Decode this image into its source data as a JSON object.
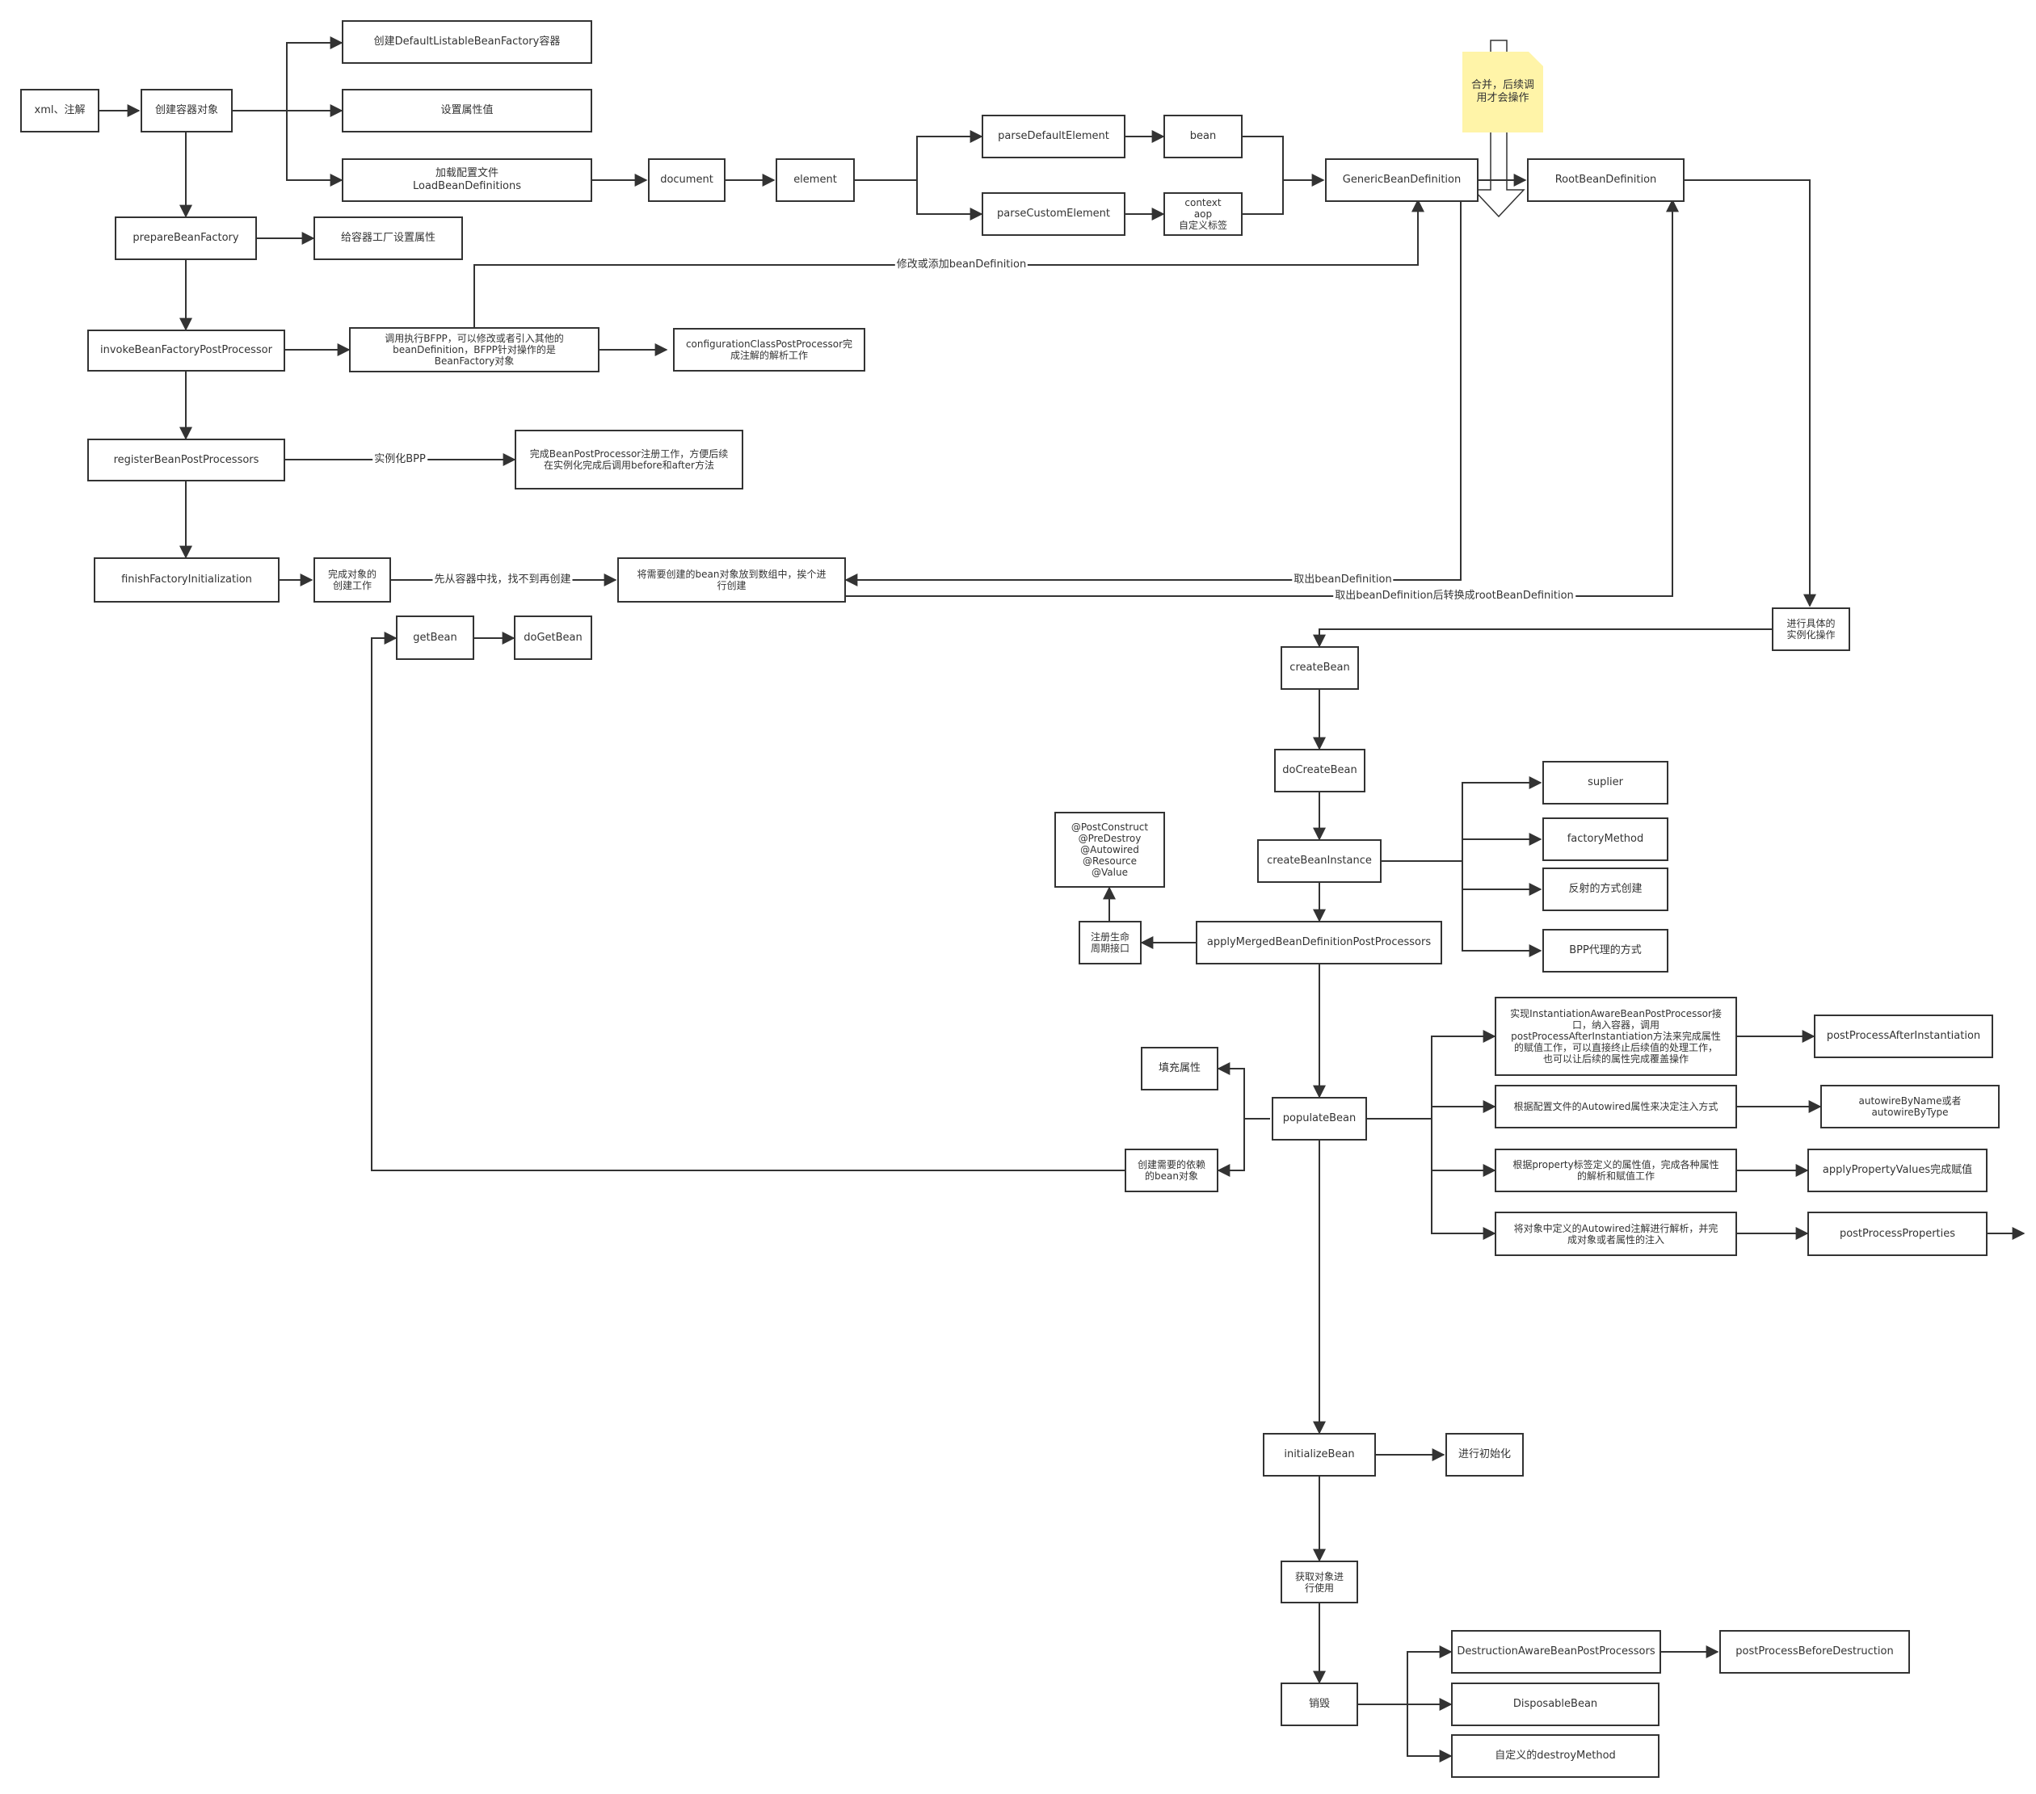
{
  "nodes": {
    "xml": "xml、注解",
    "create_container": "创建容器对象",
    "create_factory": "创建DefaultListableBeanFactory容器",
    "set_props": "设置属性值",
    "load_bd": "加载配置文件\nLoadBeanDefinitions",
    "document": "document",
    "element": "element",
    "parse_default": "parseDefaultElement",
    "parse_custom": "parseCustomElement",
    "bean": "bean",
    "context_aop": "context\naop\n自定义标签",
    "generic_bd": "GenericBeanDefinition",
    "root_bd": "RootBeanDefinition",
    "merge_note": "合并，后续调\n用才会操作",
    "prepare_bf": "prepareBeanFactory",
    "set_bf_props": "给容器工厂设置属性",
    "invoke_bfpp": "invokeBeanFactoryPostProcessor",
    "bfpp_desc": "调用执行BFPP，可以修改或者引入其他的\nbeanDefinition，BFPP针对操作的是\nBeanFactory对象",
    "ccpp": "configurationClassPostProcessor完\n成注解的解析工作",
    "register_bpp": "registerBeanPostProcessors",
    "bpp_desc": "完成BeanPostProcessor注册工作，方便后续\n在实例化完成后调用before和after方法",
    "finish_init": "finishFactoryInitialization",
    "finish_create": "完成对象的\n创建工作",
    "array_desc": "将需要创建的bean对象放到数组中，挨个进\n行创建",
    "get_bean": "getBean",
    "do_get_bean": "doGetBean",
    "do_instantiate": "进行具体的\n实例化操作",
    "create_bean": "createBean",
    "do_create_bean": "doCreateBean",
    "create_instance": "createBeanInstance",
    "suplier": "suplier",
    "factory_method": "factoryMethod",
    "reflect": "反射的方式创建",
    "bpp_proxy": "BPP代理的方式",
    "annotations": "@PostConstruct\n@PreDestroy\n@Autowired\n@Resource\n@Value",
    "lifecycle": "注册生命\n周期接口",
    "apply_merged": "applyMergedBeanDefinitionPostProcessors",
    "fill_props": "填充属性",
    "populate": "populateBean",
    "create_dep": "创建需要的依赖\n的bean对象",
    "iabpp_desc": "实现InstantiationAwareBeanPostProcessor接\n口，纳入容器，调用\npostProcessAfterInstantiation方法来完成属性\n的赋值工作，可以直接终止后续值的处理工作，\n也可以让后续的属性完成覆盖操作",
    "post_after_inst": "postProcessAfterInstantiation",
    "autowired_desc": "根据配置文件的Autowired属性来决定注入方式",
    "autowire_by": "autowireByName或者\nautowireByType",
    "property_desc": "根据property标签定义的属性值，完成各种属性\n的解析和赋值工作",
    "apply_pv": "applyPropertyValues完成赋值",
    "annotation_desc": "将对象中定义的Autowired注解进行解析，并完\n成对象或者属性的注入",
    "post_props": "postProcessProperties",
    "initialize": "initializeBean",
    "do_init": "进行初始化",
    "use_obj": "获取对象进\n行使用",
    "destroy": "销毁",
    "dabpp": "DestructionAwareBeanPostProcessors",
    "post_before_destroy": "postProcessBeforeDestruction",
    "disposable": "DisposableBean",
    "destroy_method": "自定义的destroyMethod"
  },
  "edge_labels": {
    "modify_bd": "修改或添加beanDefinition",
    "instantiate_bpp": "实例化BPP",
    "find_container": "先从容器中找，找不到再创建",
    "fetch_bd": "取出beanDefinition",
    "fetch_convert": "取出beanDefinition后转换成rootBeanDefinition"
  },
  "colors": {
    "stroke": "#333333",
    "background": "#ffffff",
    "note": "#fff4a8"
  }
}
